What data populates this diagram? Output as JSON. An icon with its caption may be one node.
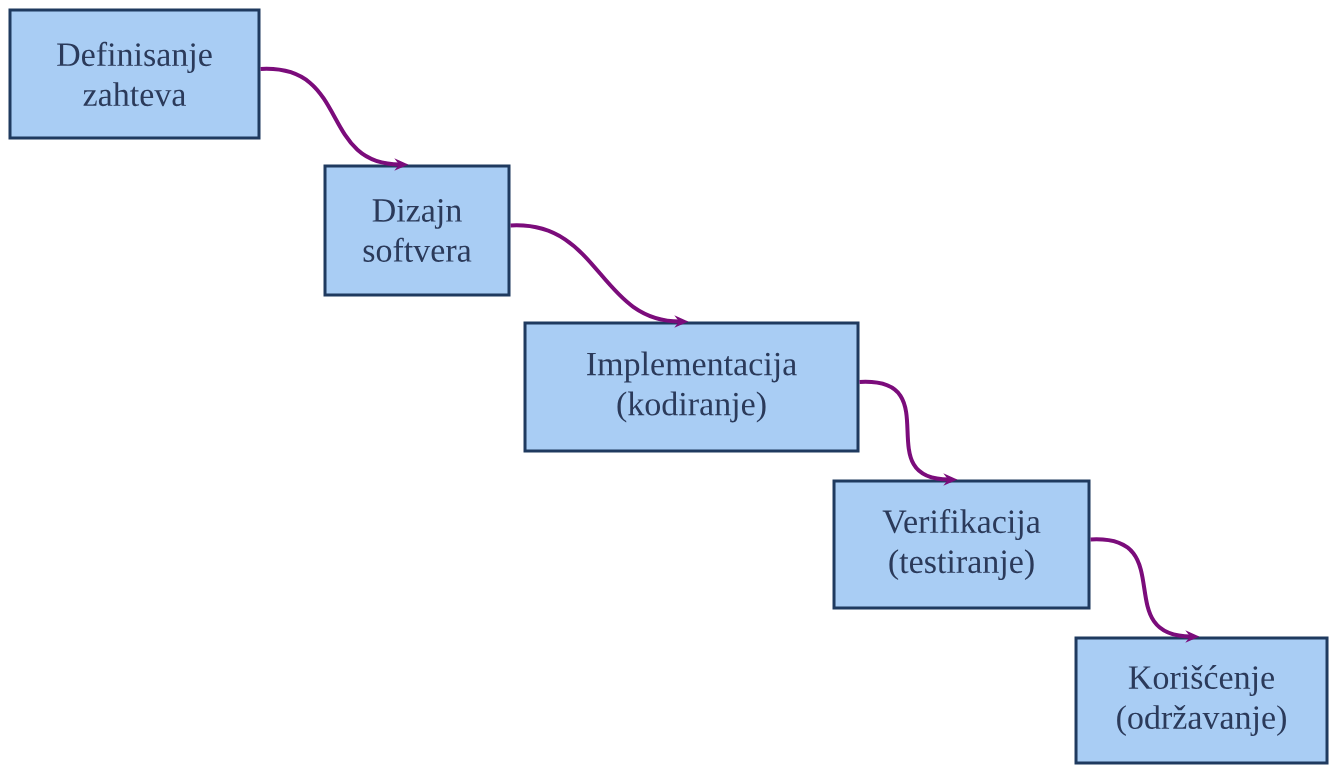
{
  "diagram": {
    "nodes": [
      {
        "text": [
          "Definisanje zahteva"
        ]
      },
      {
        "text": [
          "Dizajn softvera"
        ]
      },
      {
        "text": [
          "Implementacija (kodiranje)"
        ]
      },
      {
        "text": [
          "Verifikacija (testiranje)"
        ]
      },
      {
        "text": [
          "Korišćenje (održavanje)"
        ]
      }
    ],
    "edges": [
      {
        "from": 0,
        "to": 1,
        "arrow": "to"
      },
      {
        "from": 1,
        "to": 2,
        "arrow": "to"
      },
      {
        "from": 2,
        "to": 3,
        "arrow": "to"
      },
      {
        "from": 3,
        "to": 4,
        "arrow": "to"
      }
    ]
  }
}
